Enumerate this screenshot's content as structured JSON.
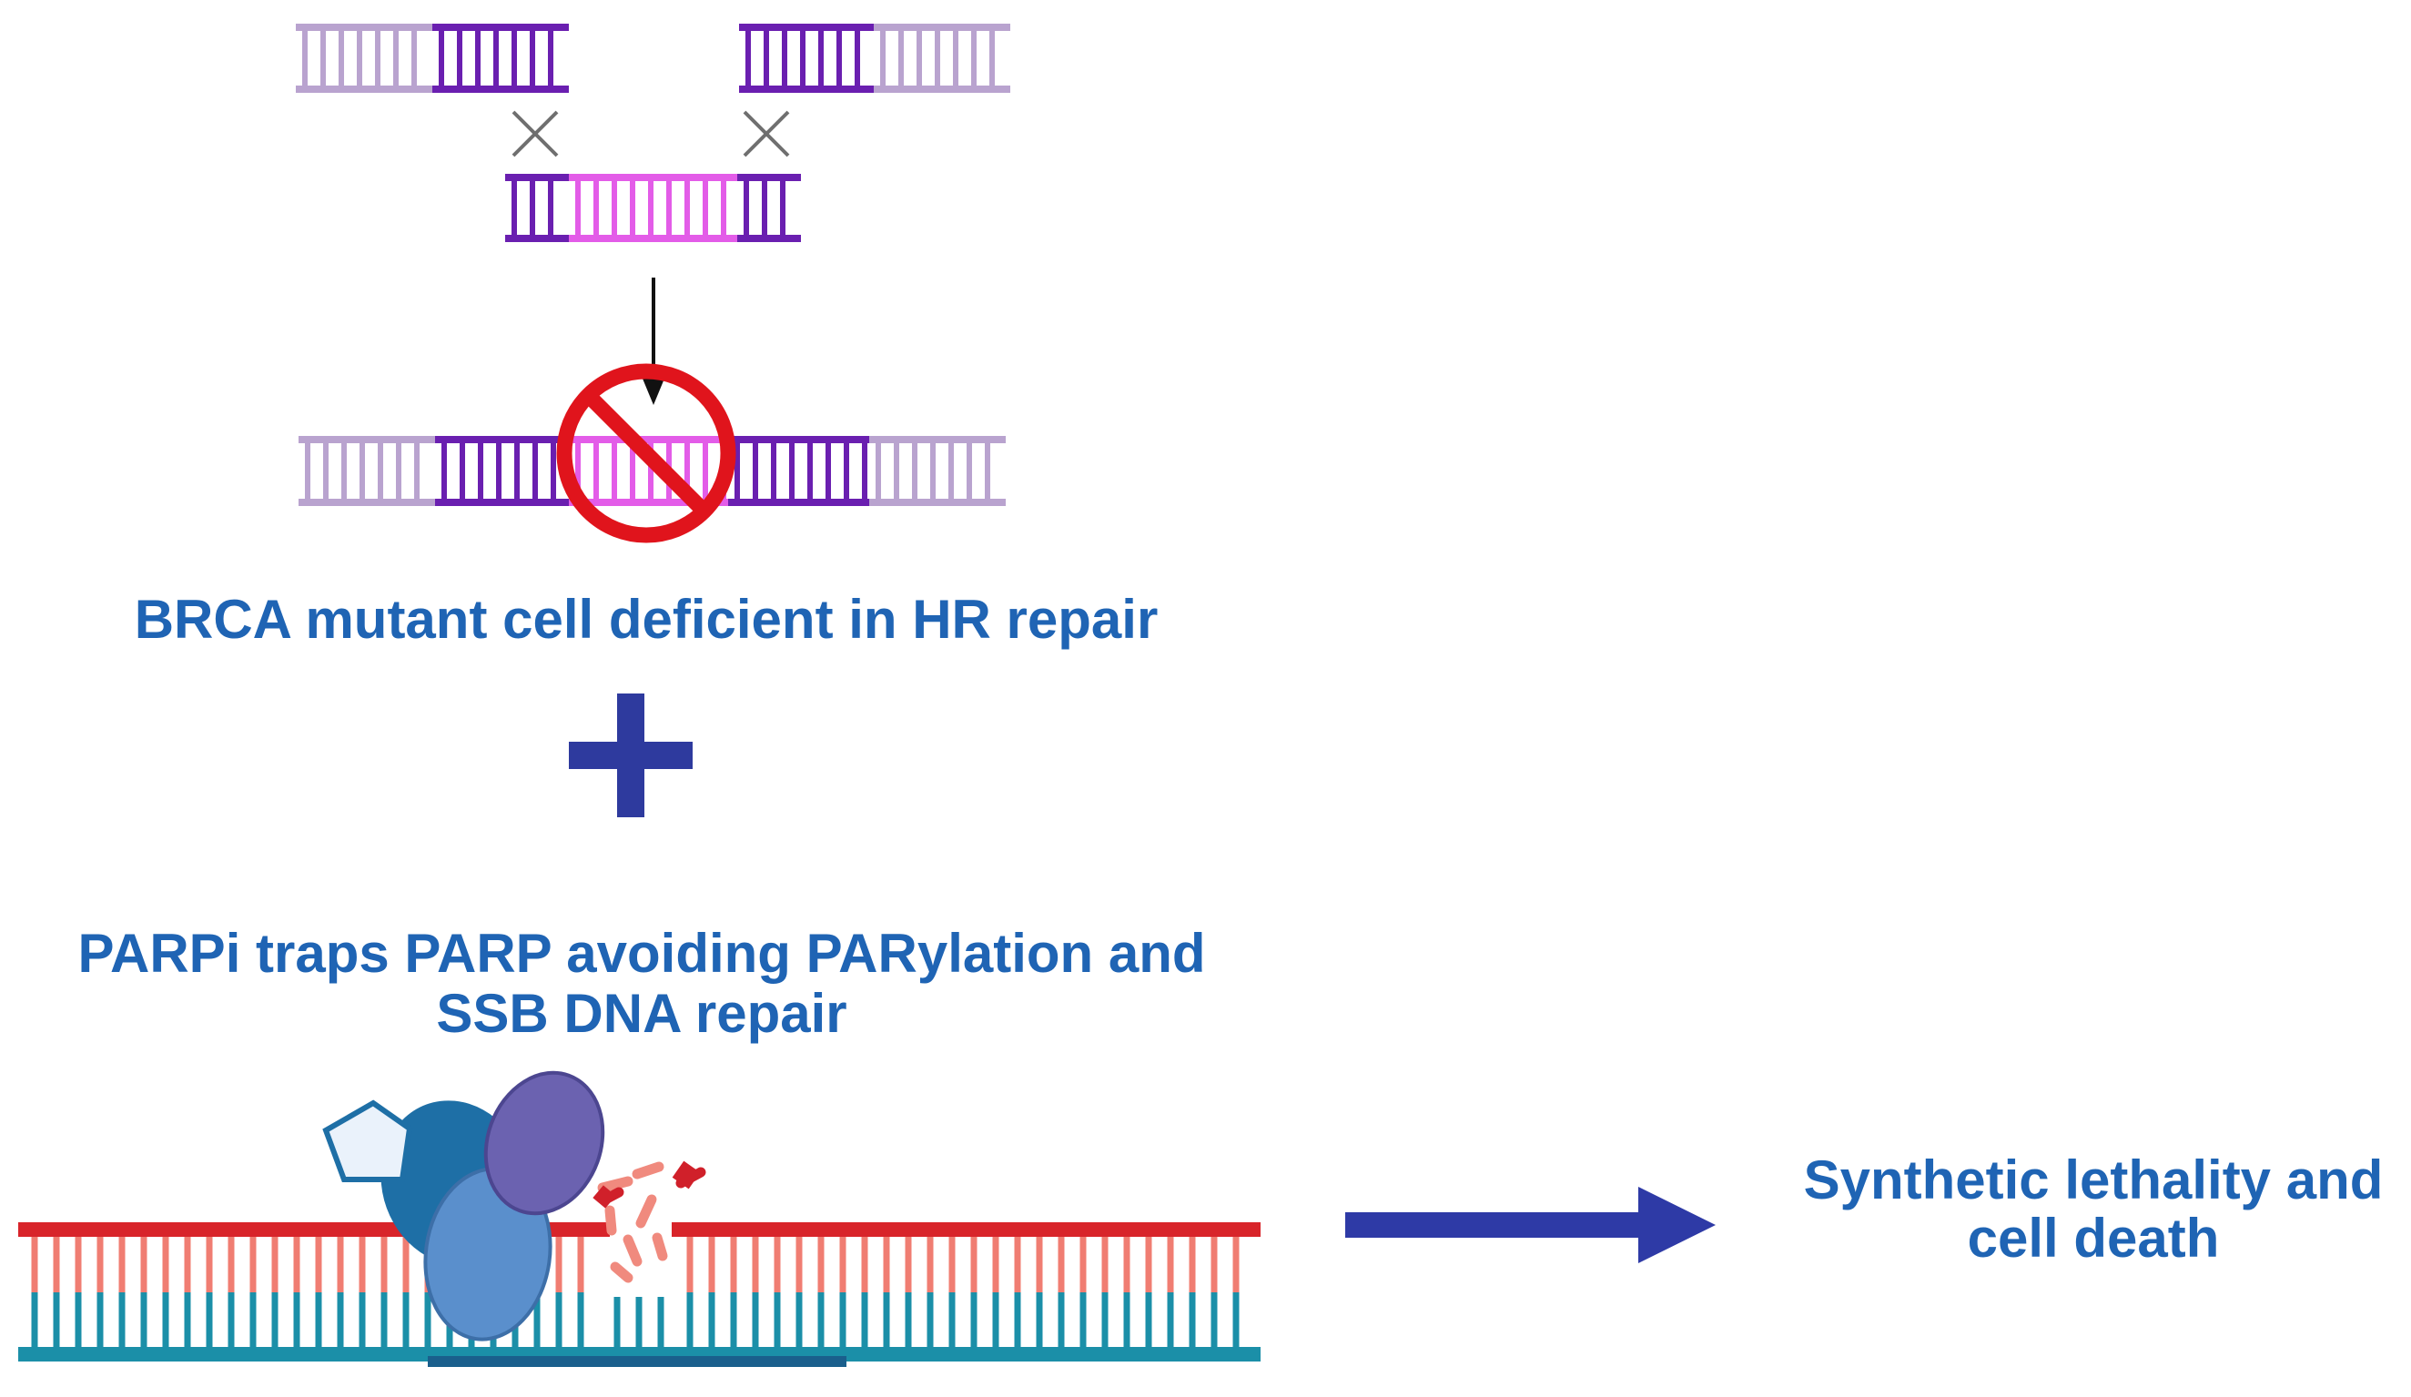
{
  "labels": {
    "brca_line1": "BRCA mutant cell deficient in HR repair",
    "parpi_line1": "PARPi traps PARP avoiding PARylation and",
    "parpi_line2": "SSB DNA repair",
    "outcome_line1": "Synthetic lethality and",
    "outcome_line2": "cell death"
  },
  "icons": {
    "no_sign": "prohibition-icon",
    "plus": "plus-icon",
    "arrow": "right-arrow-icon",
    "protein": "parp-protein-icon",
    "cross": "crossover-x-icon"
  },
  "colors": {
    "label_blue": "#1f64b4",
    "dna_light_purple": "#b9a3cf",
    "dna_dark_purple": "#6a1fb0",
    "dna_pink": "#e35ce8",
    "dna_red": "#d8242a",
    "dna_salmon": "#f07d72",
    "dna_teal": "#1b8fa8",
    "dna_navy": "#1a5f8c",
    "no_sign_red": "#e0141c",
    "plus_navy": "#2e3a9e",
    "arrow_navy": "#2e3aa6",
    "protein_dark_blue": "#1e6fa6",
    "protein_purple": "#6b62b0",
    "protein_light_blue": "#5a8fcc",
    "pentagon_fill": "#eaf2fb",
    "fragment_red": "#d0202a",
    "fragment_salmon": "#f08a7e"
  }
}
